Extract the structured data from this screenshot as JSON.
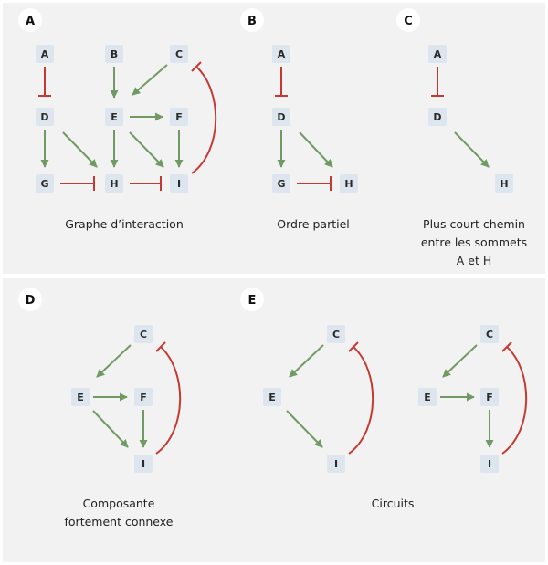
{
  "colors": {
    "background": "#ffffff",
    "panel_fill": "#ffffff",
    "node_fill": "#dde6ee",
    "activation": "#6f9a63",
    "inhibition": "#c43a32",
    "text": "#222222"
  },
  "panels": [
    {
      "label": "A",
      "captions": [
        "Graphe d’interaction"
      ]
    },
    {
      "label": "B",
      "captions": [
        "Ordre partiel"
      ]
    },
    {
      "label": "C",
      "captions": [
        "Plus court chemin",
        "entre les sommets",
        "A et H"
      ]
    },
    {
      "label": "D",
      "captions": [
        "Composante",
        "fortement connexe"
      ]
    },
    {
      "label": "E",
      "captions": [
        "Circuits"
      ]
    }
  ],
  "nodes": {
    "A": "A",
    "B": "B",
    "C": "C",
    "D": "D",
    "E": "E",
    "F": "F",
    "G": "G",
    "H": "H",
    "I": "I"
  }
}
